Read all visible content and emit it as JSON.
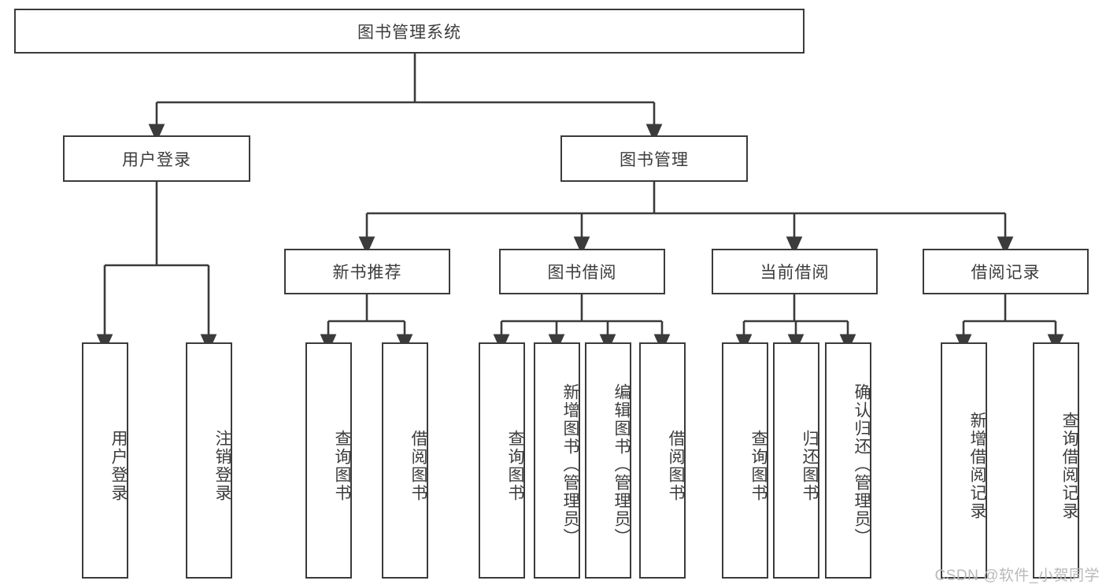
{
  "diagram": {
    "type": "tree-hierarchy-chart",
    "title": "图书管理系统",
    "stroke_color": "#3b3b3b",
    "text_color": "#3c3c3c",
    "background_color": "#ffffff",
    "levels": [
      {
        "level": 0,
        "nodes": [
          {
            "id": "root",
            "label": "图书管理系统",
            "orientation": "horizontal"
          }
        ]
      },
      {
        "level": 1,
        "nodes": [
          {
            "id": "login",
            "label": "用户登录",
            "orientation": "horizontal",
            "parent": "root"
          },
          {
            "id": "bookmgmt",
            "label": "图书管理",
            "orientation": "horizontal",
            "parent": "root"
          }
        ]
      },
      {
        "level": 2,
        "nodes": [
          {
            "id": "newbook",
            "label": "新书推荐",
            "orientation": "horizontal",
            "parent": "bookmgmt"
          },
          {
            "id": "borrow",
            "label": "图书借阅",
            "orientation": "horizontal",
            "parent": "bookmgmt"
          },
          {
            "id": "current",
            "label": "当前借阅",
            "orientation": "horizontal",
            "parent": "bookmgmt"
          },
          {
            "id": "records",
            "label": "借阅记录",
            "orientation": "horizontal",
            "parent": "bookmgmt"
          }
        ]
      },
      {
        "level": 3,
        "nodes": [
          {
            "id": "leaf1",
            "label": "用户登录",
            "orientation": "vertical",
            "parent": "login"
          },
          {
            "id": "leaf2",
            "label": "注销登录",
            "orientation": "vertical",
            "parent": "login"
          },
          {
            "id": "leaf3",
            "label": "查询图书",
            "orientation": "vertical",
            "parent": "newbook"
          },
          {
            "id": "leaf4",
            "label": "借阅图书",
            "orientation": "vertical",
            "parent": "newbook"
          },
          {
            "id": "leaf5",
            "label": "查询图书",
            "orientation": "vertical",
            "parent": "borrow"
          },
          {
            "id": "leaf6",
            "label": "新增图书（管理员）",
            "orientation": "vertical",
            "parent": "borrow"
          },
          {
            "id": "leaf7",
            "label": "编辑图书（管理员）",
            "orientation": "vertical",
            "parent": "borrow"
          },
          {
            "id": "leaf8",
            "label": "借阅图书",
            "orientation": "vertical",
            "parent": "borrow"
          },
          {
            "id": "leaf9",
            "label": "查询图书",
            "orientation": "vertical",
            "parent": "current"
          },
          {
            "id": "leaf10",
            "label": "归还图书",
            "orientation": "vertical",
            "parent": "current"
          },
          {
            "id": "leaf11",
            "label": "确认归还（管理员）",
            "orientation": "vertical",
            "parent": "current"
          },
          {
            "id": "leaf12",
            "label": "新增借阅记录",
            "orientation": "vertical",
            "parent": "records"
          },
          {
            "id": "leaf13",
            "label": "查询借阅记录",
            "orientation": "vertical",
            "parent": "records"
          }
        ]
      }
    ]
  },
  "watermark": {
    "text": "CSDN @软件_小贺同学"
  }
}
